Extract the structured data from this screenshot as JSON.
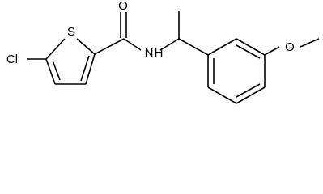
{
  "molecule": {
    "atoms": {
      "cl": "Cl",
      "s": "S",
      "o_carbonyl": "O",
      "n": "N",
      "h": "H",
      "o_methoxy": "O"
    }
  }
}
